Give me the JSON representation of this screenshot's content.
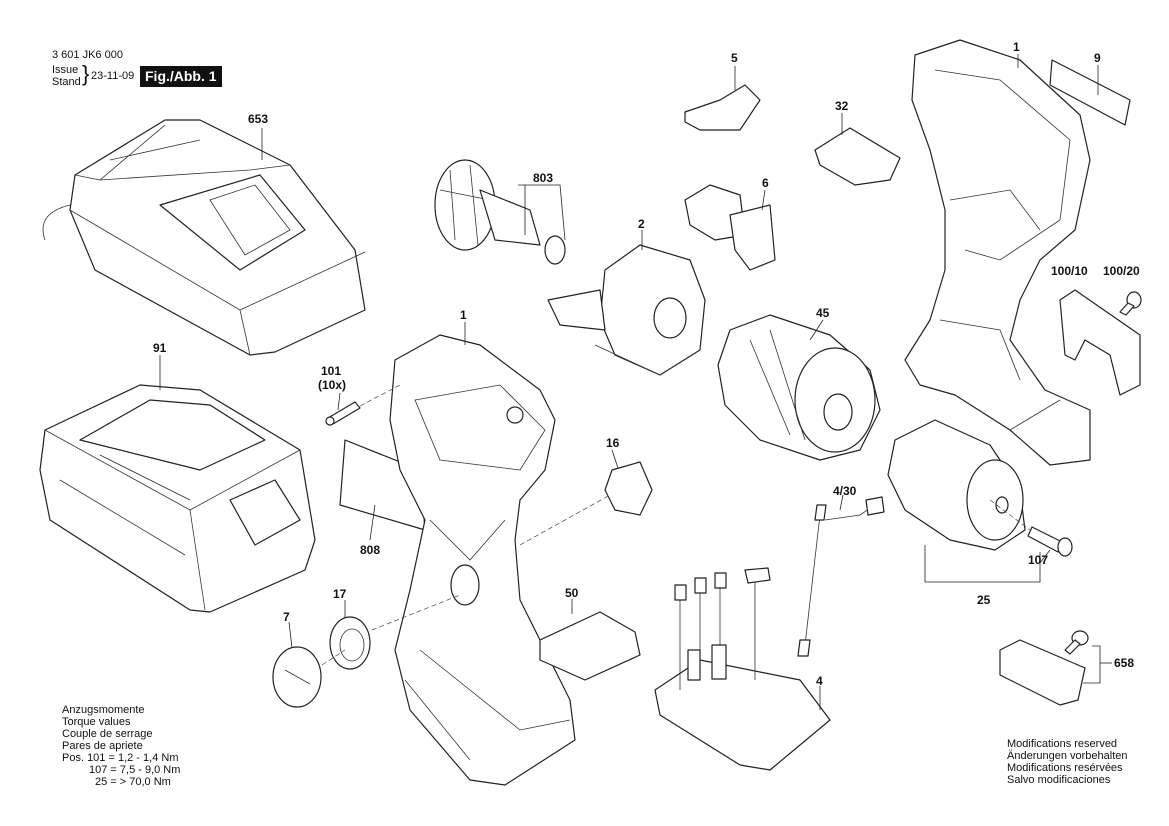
{
  "header": {
    "part_number": "3 601 JK6 000",
    "issue_label": "Issue",
    "stand_label": "Stand",
    "issue_date": "23-11-09",
    "figure_label": "Fig./Abb. 1"
  },
  "callouts": {
    "c653": "653",
    "c803": "803",
    "c5": "5",
    "c32": "32",
    "c1_top": "1",
    "c9": "9",
    "c6": "6",
    "c2": "2",
    "c100_10": "100/10",
    "c100_20": "100/20",
    "c91": "91",
    "c1_mid": "1",
    "c101": "101",
    "c101_qty": "(10x)",
    "c45": "45",
    "c16": "16",
    "c808": "808",
    "c4_30": "4/30",
    "c107": "107",
    "c25": "25",
    "c17": "17",
    "c7": "7",
    "c50": "50",
    "c4": "4",
    "c658": "658"
  },
  "torque_notes": {
    "line1": "Anzugsmomente",
    "line2": "Torque values",
    "line3": "Couple de serrage",
    "line4": "Pares de apriete",
    "line5": "Pos.  101 = 1,2 - 1,4 Nm",
    "line6": "107 = 7,5 - 9,0 Nm",
    "line7": "25 = > 70,0 Nm"
  },
  "modification_notes": {
    "line1": "Modifications reserved",
    "line2": "Änderungen vorbehalten",
    "line3": "Modifications resérvées",
    "line4": "Salvo modificaciones"
  },
  "icons": [
    "charger-drawing",
    "battery-drawing",
    "housing-drawing",
    "motor-drawing",
    "gearbox-drawing",
    "chuck-drawing",
    "electronics-drawing"
  ]
}
